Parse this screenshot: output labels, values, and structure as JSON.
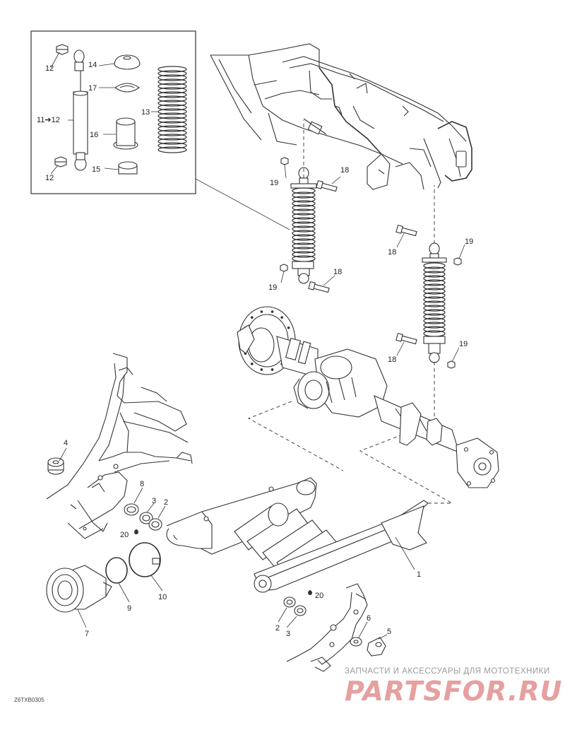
{
  "diagram_code": "Z6TXB0305",
  "watermark": {
    "tagline": "ЗАПЧАСТИ И АКСЕССУАРЫ ДЛЯ МОТОТЕХНИКИ",
    "logo": "PARTSFOR.RU"
  },
  "callouts": {
    "inset_12_top": "12",
    "inset_14": "14",
    "inset_17": "17",
    "inset_11_12": "11➔12",
    "inset_13": "13",
    "inset_16": "16",
    "inset_12_bottom": "12",
    "inset_15": "15",
    "left_19_top": "19",
    "left_18_top": "18",
    "left_18_bottom": "18",
    "left_19_bottom": "19",
    "right_18_top": "18",
    "right_19_top": "19",
    "right_18_bottom": "18",
    "right_19_bottom": "19",
    "part_4": "4",
    "part_8": "8",
    "part_3_left": "3",
    "part_2_left": "2",
    "part_20_left": "20",
    "part_1": "1",
    "part_9": "9",
    "part_10": "10",
    "part_7": "7",
    "part_20_right": "20",
    "part_2_right": "2",
    "part_3_right": "3",
    "part_6": "6",
    "part_5": "5"
  },
  "colors": {
    "line": "#333333",
    "watermark_text": "#9a9a9a",
    "watermark_logo": "#e6a0a0"
  }
}
